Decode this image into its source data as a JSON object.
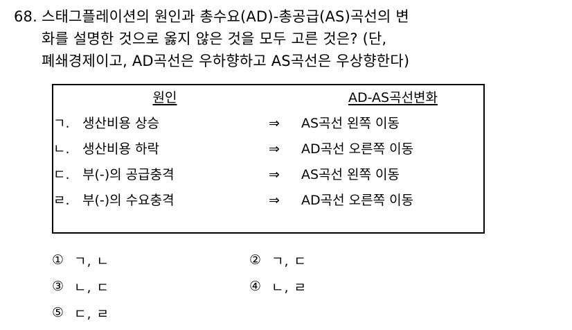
{
  "question": {
    "number": "68.",
    "lines": [
      "스태그플레이션의 원인과 총수요(AD)-총공급(AS)곡선의 변",
      "화를 설명한 것으로 옳지 않은 것을 모두 고른 것은? (단,",
      "폐쇄경제이고, AD곡선은 우하향하고 AS곡선은 우상향한다)"
    ]
  },
  "table": {
    "headers": {
      "cause": "원인",
      "effect": "AD-AS곡선변화"
    },
    "arrow": "⇒",
    "rows": [
      {
        "mark": "ㄱ.",
        "cause": "생산비용 상승",
        "arrow": "⇒",
        "effect": "AS곡선 왼쪽 이동"
      },
      {
        "mark": "ㄴ.",
        "cause": "생산비용 하락",
        "arrow": "⇒",
        "effect": "AD곡선 오른쪽 이동"
      },
      {
        "mark": "ㄷ.",
        "cause": "부(-)의 공급충격",
        "arrow": "⇒",
        "effect": "AS곡선 왼쪽 이동"
      },
      {
        "mark": "ㄹ.",
        "cause": "부(-)의 수요충격",
        "arrow": "⇒",
        "effect": "AD곡선 오른쪽 이동"
      }
    ]
  },
  "choices": [
    {
      "num": "①",
      "text": "ㄱ, ㄴ"
    },
    {
      "num": "②",
      "text": "ㄱ, ㄷ"
    },
    {
      "num": "③",
      "text": "ㄴ, ㄷ"
    },
    {
      "num": "④",
      "text": "ㄴ, ㄹ"
    },
    {
      "num": "⑤",
      "text": "ㄷ, ㄹ"
    }
  ]
}
